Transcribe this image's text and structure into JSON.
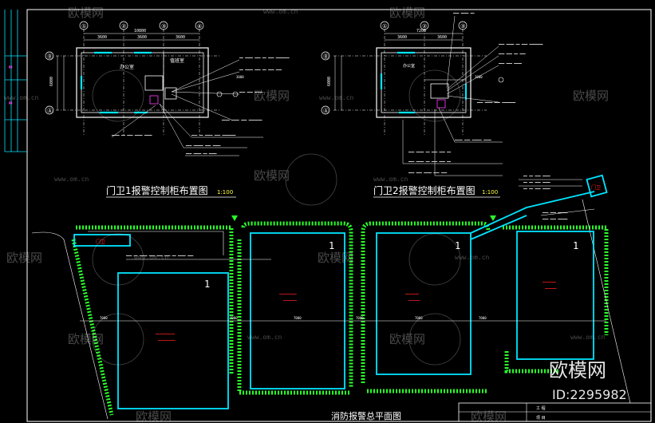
{
  "titles": {
    "left_plan": "门卫1报警控制柜布置图",
    "left_scale": "1:100",
    "right_plan": "门卫2报警控制柜布置图",
    "right_scale": "1:100",
    "site_plan": "消防报警总平面图"
  },
  "dims": {
    "left_top_total": "10800",
    "left_top_a": "3600",
    "left_top_b": "3600",
    "left_top_c": "3600",
    "left_side": "6000",
    "right_top_total": "7200",
    "right_top_a": "3600",
    "right_top_b": "3600",
    "right_side": "6000"
  },
  "axes": {
    "left_cols": [
      "①",
      "②",
      "③",
      "④"
    ],
    "left_rows": [
      "Ⓑ",
      "Ⓐ"
    ],
    "right_cols": [
      "①",
      "②",
      "③"
    ],
    "right_rows": [
      "Ⓑ",
      "Ⓐ"
    ]
  },
  "rooms": {
    "left_office": "办公室",
    "left_duty": "值班室",
    "right_office": "办公室"
  },
  "site": {
    "gate_label": "门卫",
    "gate2_label": "门卫",
    "building_numbers": [
      "1",
      "1",
      "1",
      "1"
    ],
    "road_dims": [
      "7000",
      "7000",
      "7000",
      "7000",
      "7000",
      "7000"
    ]
  },
  "watermark": {
    "brand": "欧模网",
    "site": "www.om.cn",
    "id": "ID:2295982"
  },
  "colors": {
    "building": "#00e5ff",
    "annotation": "#ffffff",
    "red_text": "#ff2020",
    "green": "#2aff2a",
    "magenta": "#ff40ff",
    "blue": "#3060ff",
    "yellow": "#ffff40"
  }
}
